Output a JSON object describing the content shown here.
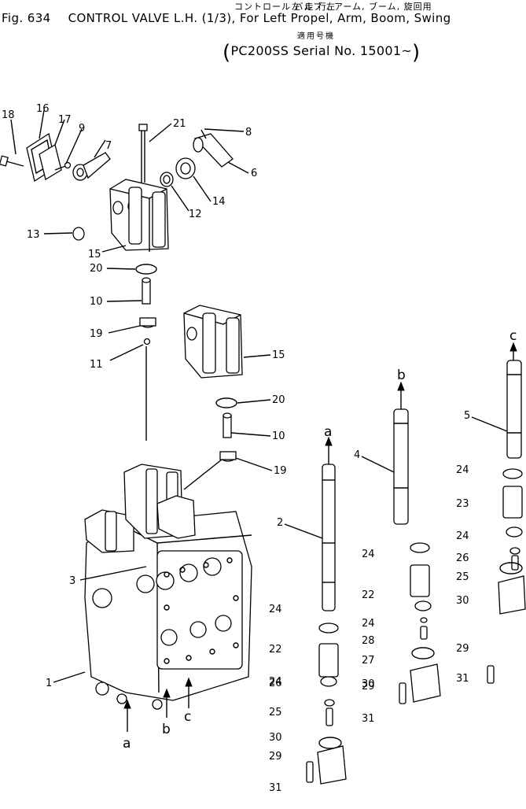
{
  "header": {
    "jp_top_left": "コントロール バルブ 左",
    "jp_top_right": "左 走 行, アーム, ブーム, 旋回用",
    "fig_no": "Fig. 634",
    "title": "CONTROL VALVE L.H. (1/3), For Left Propel, Arm, Boom, Swing",
    "jp_applicable": "適用号機",
    "serial": "PC200SS Serial No. 15001~",
    "paren_open": "(",
    "paren_close": ")"
  },
  "callouts": [
    {
      "id": "18",
      "label": "18"
    },
    {
      "id": "16",
      "label": "16"
    },
    {
      "id": "17",
      "label": "17"
    },
    {
      "id": "9",
      "label": "9"
    },
    {
      "id": "7",
      "label": "7"
    },
    {
      "id": "21",
      "label": "21"
    },
    {
      "id": "8",
      "label": "8"
    },
    {
      "id": "6",
      "label": "6"
    },
    {
      "id": "14",
      "label": "14"
    },
    {
      "id": "12",
      "label": "12"
    },
    {
      "id": "13",
      "label": "13"
    },
    {
      "id": "15a",
      "label": "15"
    },
    {
      "id": "20a",
      "label": "20"
    },
    {
      "id": "10a",
      "label": "10"
    },
    {
      "id": "19a",
      "label": "19"
    },
    {
      "id": "11",
      "label": "11"
    },
    {
      "id": "15b",
      "label": "15"
    },
    {
      "id": "20b",
      "label": "20"
    },
    {
      "id": "10b",
      "label": "10"
    },
    {
      "id": "19b",
      "label": "19"
    },
    {
      "id": "3",
      "label": "3"
    },
    {
      "id": "1",
      "label": "1"
    },
    {
      "id": "2",
      "label": "2"
    },
    {
      "id": "4",
      "label": "4"
    },
    {
      "id": "5",
      "label": "5"
    },
    {
      "id": "24a",
      "label": "24"
    },
    {
      "id": "22a",
      "label": "22"
    },
    {
      "id": "24b",
      "label": "24"
    },
    {
      "id": "26a",
      "label": "26"
    },
    {
      "id": "25a",
      "label": "25"
    },
    {
      "id": "30a",
      "label": "30"
    },
    {
      "id": "29a",
      "label": "29"
    },
    {
      "id": "31a",
      "label": "31"
    },
    {
      "id": "24c",
      "label": "24"
    },
    {
      "id": "22b",
      "label": "22"
    },
    {
      "id": "24d",
      "label": "24"
    },
    {
      "id": "28",
      "label": "28"
    },
    {
      "id": "27",
      "label": "27"
    },
    {
      "id": "30b",
      "label": "30"
    },
    {
      "id": "29b",
      "label": "29"
    },
    {
      "id": "31b",
      "label": "31"
    },
    {
      "id": "24e",
      "label": "24"
    },
    {
      "id": "23",
      "label": "23"
    },
    {
      "id": "24f",
      "label": "24"
    },
    {
      "id": "26b",
      "label": "26"
    },
    {
      "id": "25b",
      "label": "25"
    },
    {
      "id": "30c",
      "label": "30"
    },
    {
      "id": "29c",
      "label": "29"
    },
    {
      "id": "31c",
      "label": "31"
    }
  ],
  "port_letters": {
    "spool_a": "a",
    "spool_b": "b",
    "spool_c": "c",
    "body_a": "a",
    "body_b": "b",
    "body_c": "c"
  }
}
